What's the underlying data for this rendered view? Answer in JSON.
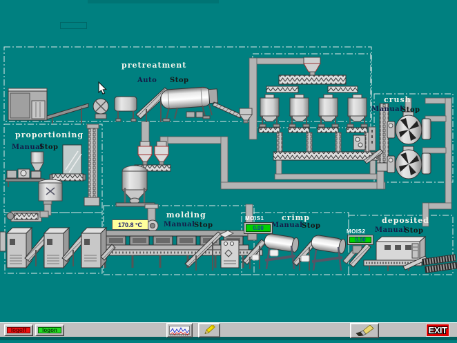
{
  "screen": {
    "background": "#008080",
    "top_band_color": "#007474",
    "bottom_strip_color": "#005f5f"
  },
  "sections": {
    "pretreatment": {
      "label": "pretreatment",
      "mode": "Auto",
      "state": "Stop"
    },
    "proportioning": {
      "label": "proportioning",
      "mode": "Manual",
      "state": "Stop"
    },
    "crush": {
      "label": "crush",
      "mode": "Manual",
      "state": "Stop"
    },
    "molding": {
      "label": "molding",
      "mode": "Manual",
      "state": "Stop",
      "temperature": "170.8 °C"
    },
    "crimp": {
      "label": "crimp",
      "mode": "Manual",
      "state": "Stop",
      "mois1": {
        "label": "MOIS1",
        "value": "0.00"
      }
    },
    "deposited": {
      "label": "deposited",
      "mode": "Manual",
      "state": "Stop",
      "mois2": {
        "label": "MOIS2",
        "value": "0.00"
      }
    }
  },
  "indicators": {
    "temp_bg": "#ffff9c",
    "mois_screen_color": "#00d000",
    "logoff_bg": "#ee1111",
    "logon_bg": "#22dd22",
    "exit_bg": "#dd0000"
  },
  "toolbar": {
    "logoff_label": "logoff",
    "logon_label": "logon",
    "exit_label": "EXIT",
    "icons": {
      "trend": "trend-chart-icon",
      "pencil": "pencil-icon",
      "brush": "brush-icon"
    }
  }
}
